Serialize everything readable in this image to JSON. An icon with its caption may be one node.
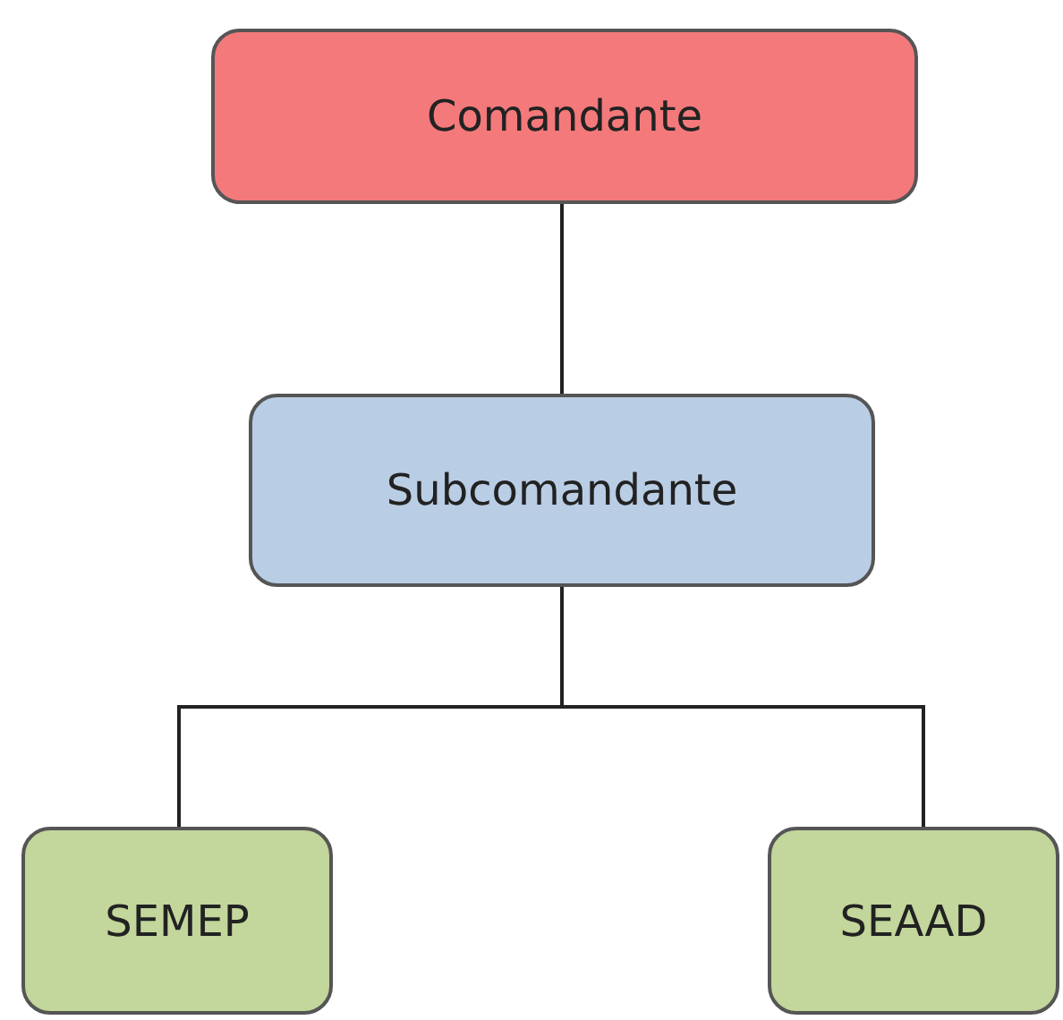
{
  "diagram": {
    "nodes": [
      {
        "text": [
          "Comandante"
        ]
      },
      {
        "text": [
          "Subcomandante"
        ]
      },
      {
        "text": [
          "SEMEP"
        ]
      },
      {
        "text": [
          "SEAAD"
        ]
      }
    ],
    "edges": [
      {
        "from": 0,
        "to": 1,
        "arrow": "none"
      },
      {
        "from": 1,
        "to": 2,
        "arrow": "none"
      },
      {
        "from": 1,
        "to": 3,
        "arrow": "none"
      }
    ]
  }
}
